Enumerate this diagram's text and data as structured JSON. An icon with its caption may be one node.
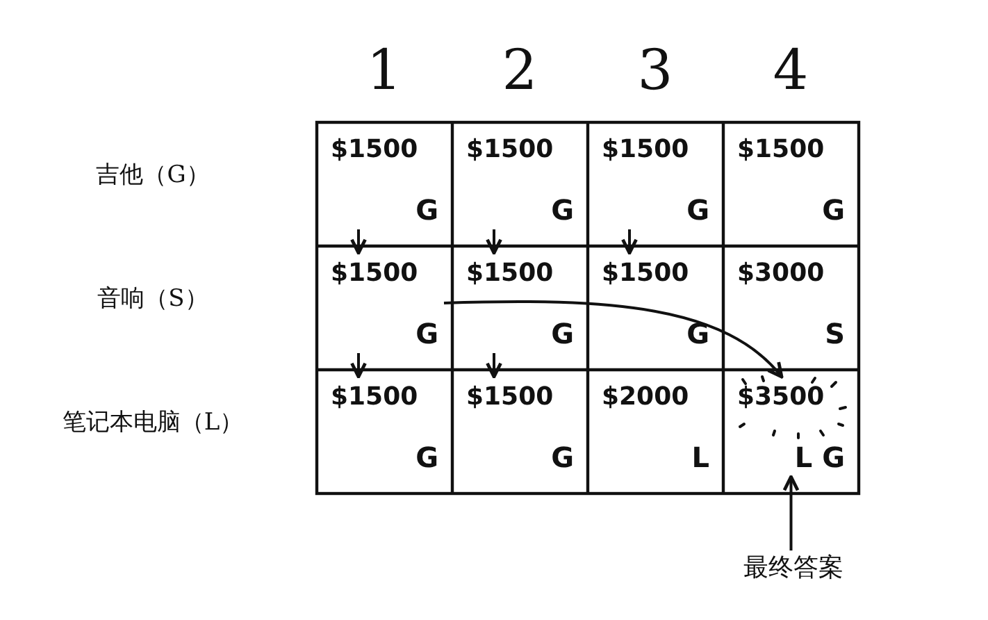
{
  "diagram": {
    "nodes": [
      {
        "text": [
          "$1500",
          "G"
        ]
      },
      {
        "text": [
          "$1500",
          "G"
        ]
      },
      {
        "text": [
          "$1500",
          "G"
        ]
      },
      {
        "text": [
          "$1500",
          "G"
        ]
      },
      {
        "text": [
          "$1500",
          "G"
        ]
      },
      {
        "text": [
          "$1500",
          "G"
        ]
      },
      {
        "text": [
          "$1500",
          "G"
        ]
      },
      {
        "text": [
          "$3000",
          "S"
        ]
      },
      {
        "text": [
          "$1500",
          "G"
        ]
      },
      {
        "text": [
          "$1500",
          "G"
        ]
      },
      {
        "text": [
          "$2000",
          "L"
        ]
      },
      {
        "text": [
          "$3500",
          "L G"
        ]
      },
      {
        "text": [
          "最终答案"
        ]
      }
    ],
    "edges": [
      {
        "from": 0,
        "to": 4,
        "arrow": "to"
      },
      {
        "from": 1,
        "to": 5,
        "arrow": "to"
      },
      {
        "from": 2,
        "to": 6,
        "arrow": "to"
      },
      {
        "from": 4,
        "to": 8,
        "arrow": "to"
      },
      {
        "from": 5,
        "to": 9,
        "arrow": "to"
      },
      {
        "from": 4,
        "to": 11,
        "arrow": "to"
      },
      {
        "from": 12,
        "to": 11,
        "arrow": "to"
      }
    ],
    "labels": [
      "1",
      "2",
      "3",
      "4",
      "吉他（G）",
      "音响（S）",
      "笔记本电脑（L）"
    ]
  }
}
